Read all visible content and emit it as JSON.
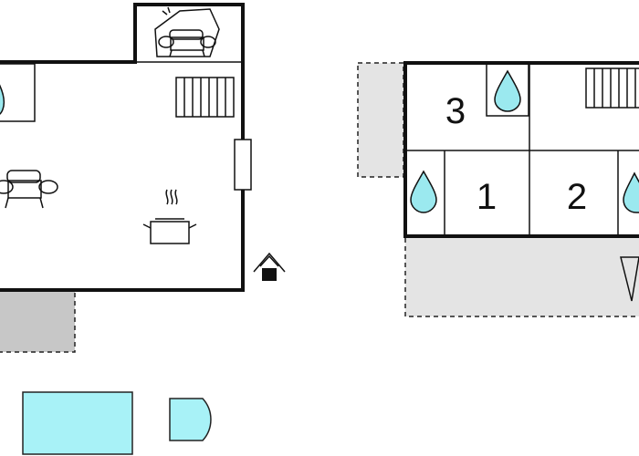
{
  "plan": {
    "rooms": [
      {
        "label": "3"
      },
      {
        "label": "1"
      },
      {
        "label": "2"
      }
    ]
  }
}
